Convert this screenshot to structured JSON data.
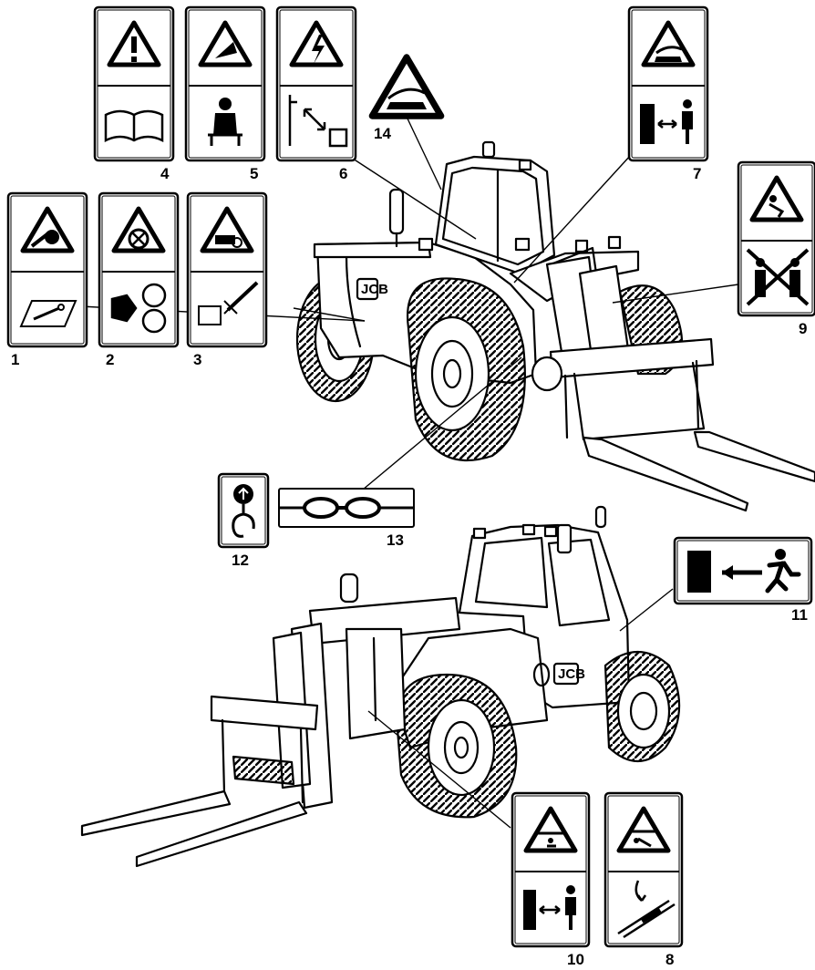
{
  "decals": [
    {
      "number": "1",
      "top_icon": "falling-object-warning-icon",
      "bottom_icon": "manual-tools-icon"
    },
    {
      "number": "2",
      "top_icon": "fan-hazard-warning-icon",
      "bottom_icon": "rotating-parts-icon"
    },
    {
      "number": "3",
      "top_icon": "machine-hazard-warning-icon",
      "bottom_icon": "disconnect-service-icon"
    },
    {
      "number": "4",
      "top_icon": "general-warning-icon",
      "bottom_icon": "read-manual-icon"
    },
    {
      "number": "5",
      "top_icon": "rollover-warning-icon",
      "bottom_icon": "seated-operator-icon"
    },
    {
      "number": "6",
      "top_icon": "electrical-hazard-icon",
      "bottom_icon": "powerline-distance-icon"
    },
    {
      "number": "7",
      "top_icon": "hot-surface-warning-icon",
      "bottom_icon": "keep-distance-icon"
    },
    {
      "number": "8",
      "top_icon": "crush-hazard-warning-icon",
      "bottom_icon": "hydraulic-ram-icon"
    },
    {
      "number": "9",
      "top_icon": "falling-person-warning-icon",
      "bottom_icon": "no-riders-icon"
    },
    {
      "number": "10",
      "top_icon": "crush-warning-icon",
      "bottom_icon": "keep-clear-icon"
    },
    {
      "number": "11",
      "top_icon": "emergency-exit-icon"
    },
    {
      "number": "12",
      "top_icon": "lifting-point-icon"
    },
    {
      "number": "13",
      "top_icon": "tie-down-chain-icon"
    },
    {
      "number": "14",
      "top_icon": "hot-surface-warning-icon"
    }
  ],
  "machines": [
    {
      "badge": "JCB"
    },
    {
      "badge": "JCB"
    }
  ],
  "colors": {
    "ink": "#000000",
    "paper": "#ffffff"
  }
}
